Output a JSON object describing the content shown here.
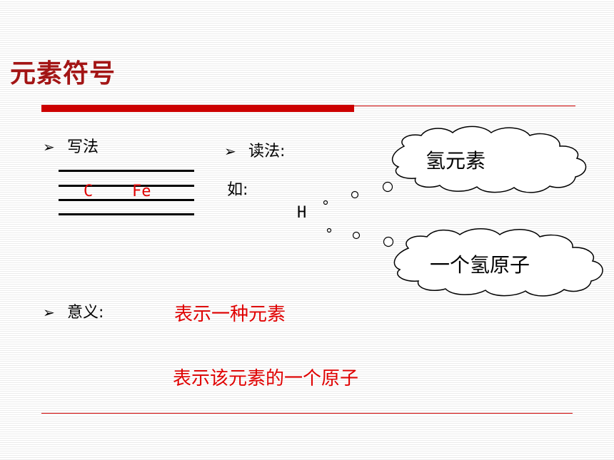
{
  "slide": {
    "title": "元素符号",
    "write": {
      "marker": "➢",
      "label": "写法",
      "symbols": [
        "C",
        "Fe"
      ]
    },
    "read": {
      "marker": "➢",
      "label": "读法:",
      "example_label": "如:",
      "symbol": "H"
    },
    "clouds": [
      "氢元素",
      "一个氢原子"
    ],
    "meaning": {
      "marker": "➢",
      "label": "意义:",
      "lines": [
        "表示一种元素",
        "表示该元素的一个原子"
      ]
    }
  },
  "colors": {
    "title": "#a31515",
    "accent": "#cc0000",
    "highlight": "#e00000"
  }
}
